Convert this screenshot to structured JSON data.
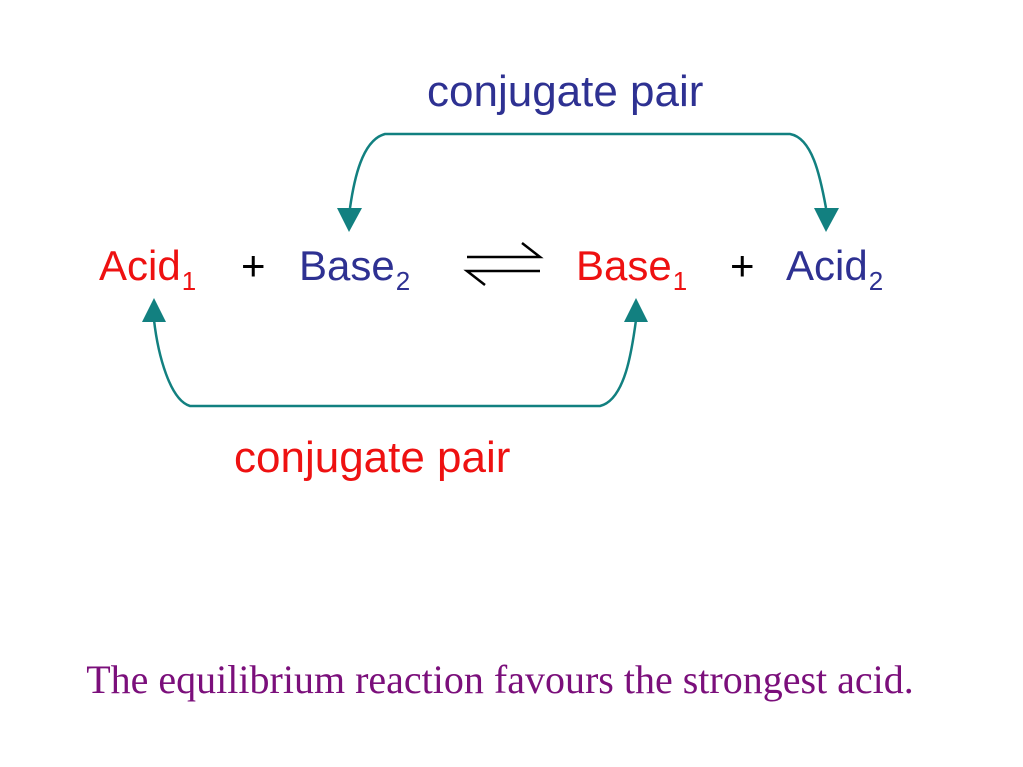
{
  "colors": {
    "acid_base_primary": "#ee1111",
    "acid_base_secondary": "#2e3192",
    "arrow": "#128080",
    "caption": "#7b0f7b"
  },
  "species": {
    "acid1": {
      "text": "Acid",
      "subscript": "1"
    },
    "base2": {
      "text": "Base",
      "subscript": "2"
    },
    "base1": {
      "text": "Base",
      "subscript": "1"
    },
    "acid2": {
      "text": "Acid",
      "subscript": "2"
    }
  },
  "operators": {
    "plus_left": "+",
    "plus_right": "+",
    "equilibrium_icon": "equilibrium-harpoons-icon"
  },
  "pairs": {
    "top_label": "conjugate pair",
    "bottom_label": "conjugate pair"
  },
  "caption": "The equilibrium reaction favours the strongest acid."
}
